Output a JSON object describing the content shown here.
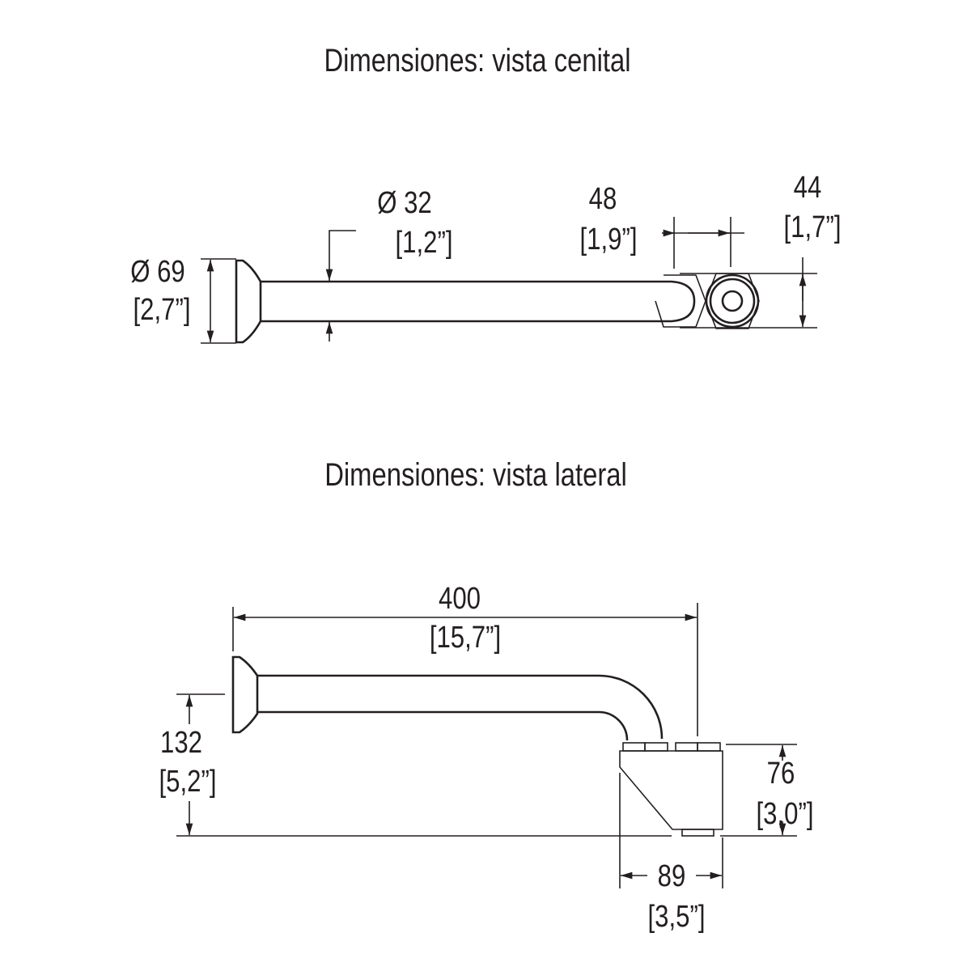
{
  "top_view": {
    "title": "Dimensiones: vista cenital",
    "flange_diameter": {
      "mm": "Ø 69",
      "in": "[2,7”]"
    },
    "pipe_diameter": {
      "mm": "Ø 32",
      "in": "[1,2”]"
    },
    "nut_spacing": {
      "mm": "48",
      "in": "[1,9”]"
    },
    "nut_width": {
      "mm": "44",
      "in": "[1,7”]"
    }
  },
  "side_view": {
    "title": "Dimensiones: vista lateral",
    "length": {
      "mm": "400",
      "in": "[15,7”]"
    },
    "height": {
      "mm": "132",
      "in": "[5,2”]"
    },
    "base_height": {
      "mm": "76",
      "in": "[3,0”]"
    },
    "base_width": {
      "mm": "89",
      "in": "[3,5”]"
    }
  }
}
